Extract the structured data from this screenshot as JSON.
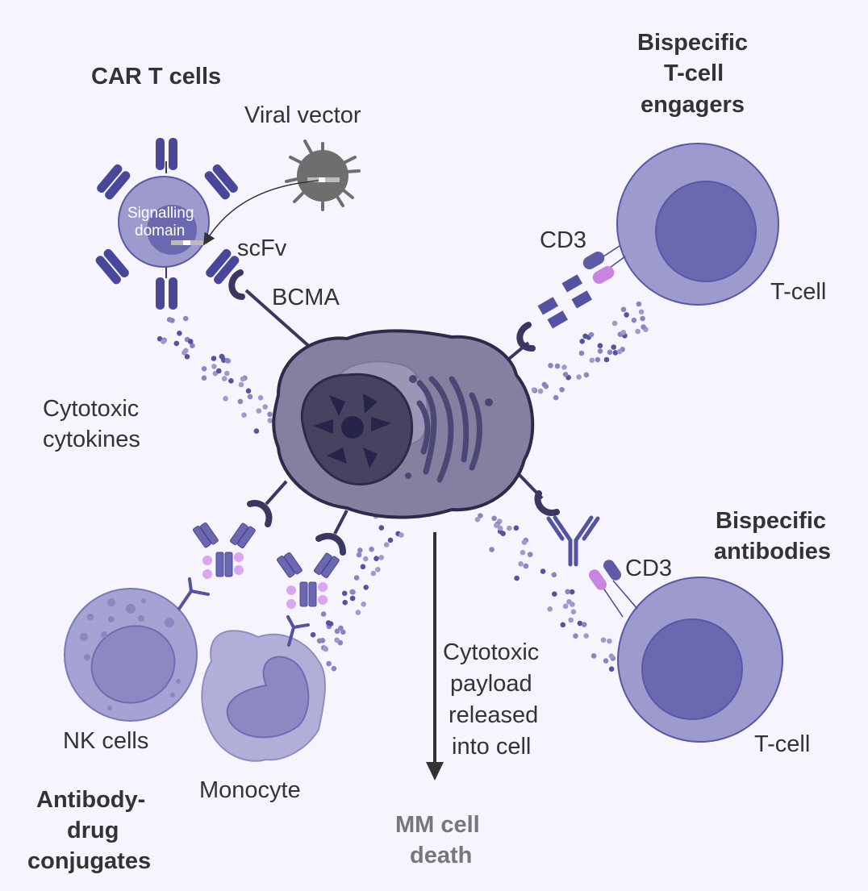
{
  "diagram": {
    "central_cell": "MM cell",
    "sections": {
      "car_t": {
        "title": "CAR T cells",
        "labels": {
          "viral_vector": "Viral vector",
          "signalling_domain_1": "Signalling",
          "signalling_domain_2": "domain",
          "scfv": "scFv",
          "bcma": "BCMA"
        }
      },
      "bite": {
        "title_1": "Bispecific",
        "title_2": "T-cell",
        "title_3": "engagers",
        "labels": {
          "cd3": "CD3",
          "tcell": "T-cell"
        }
      },
      "bsab": {
        "title_1": "Bispecific",
        "title_2": "antibodies",
        "labels": {
          "cd3": "CD3",
          "tcell": "T-cell"
        }
      },
      "adc": {
        "title_1": "Antibody-",
        "title_2": "drug",
        "title_3": "conjugates",
        "labels": {
          "nk": "NK cells",
          "monocyte": "Monocyte"
        }
      }
    },
    "cytokines": {
      "line1": "Cytotoxic",
      "line2": "cytokines"
    },
    "payload": {
      "line1": "Cytotoxic",
      "line2": "payload",
      "line3": "released",
      "line4": "into cell"
    },
    "outcome": {
      "line1": "MM cell",
      "line2": "death"
    },
    "colors": {
      "background": "#f6f5fd",
      "cell_membrane": "#9d9ace",
      "cell_nucleus": "#6b68b0",
      "receptor": "#4a479a",
      "mm_cell": "#84809f",
      "mm_nucleus": "#46425f",
      "outline_dark": "#2d2a4a",
      "cd3_pink": "#c884e0",
      "virus": "#6e6e6e",
      "text": "#333333",
      "outcome_text": "#777777"
    }
  }
}
